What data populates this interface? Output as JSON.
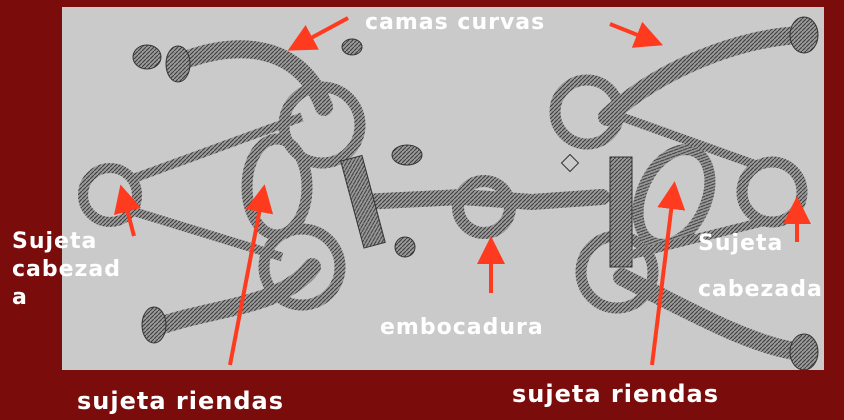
{
  "labels": {
    "camas": "camas curvas",
    "embocadura": "embocadura",
    "sujeta_cabezada_left": [
      "Sujeta",
      "cabezad",
      "a"
    ],
    "sujeta_cabezada_right": [
      "Sujeta",
      "cabezada"
    ],
    "sujeta_riendas_left": "sujeta riendas",
    "sujeta_riendas_right": "sujeta riendas"
  },
  "colors": {
    "background": "#7a0c0c",
    "photo": "#c9c9c9",
    "metal": "#3b3b3b",
    "arrow": "#ff3b1f",
    "text": "#ffffff"
  }
}
